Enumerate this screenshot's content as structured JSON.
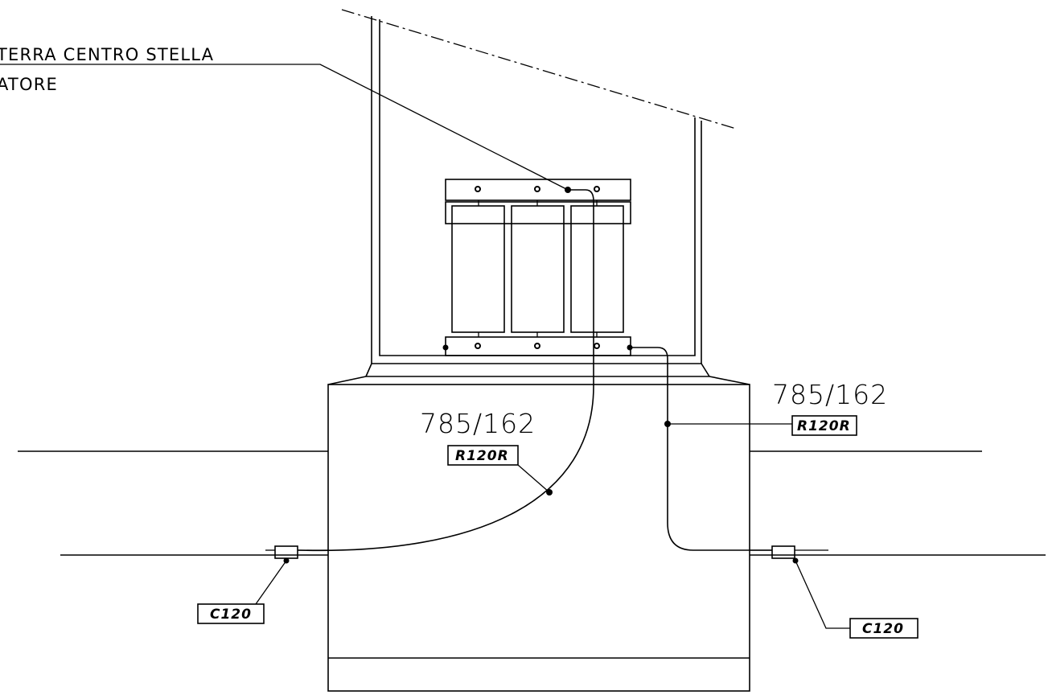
{
  "annotation": {
    "line1": "TERRA CENTRO STELLA",
    "line2": "ATORE"
  },
  "cables": {
    "left": {
      "section": "785/162",
      "code": "R120R"
    },
    "right": {
      "section": "785/162",
      "code": "R120R"
    }
  },
  "connectors": {
    "left": "C120",
    "right": "C120"
  }
}
